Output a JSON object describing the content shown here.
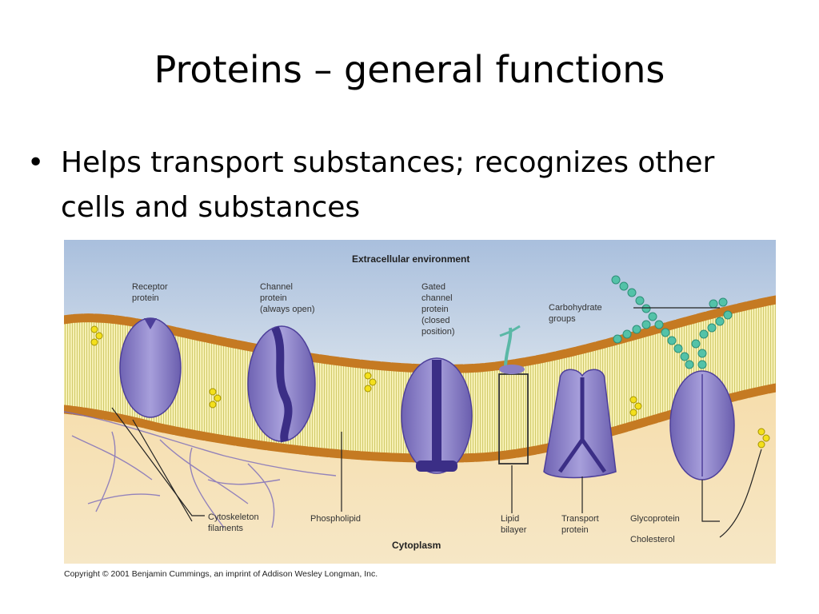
{
  "slide": {
    "title": "Proteins – general functions",
    "bullets": [
      {
        "symbol": "•",
        "text": "Helps transport substances; recognizes other cells and substances"
      }
    ]
  },
  "figure": {
    "regions": {
      "top": "Extracellular environment",
      "bottom": "Cytoplasm"
    },
    "labels": {
      "receptor_line1": "Receptor",
      "receptor_line2": "protein",
      "channel_line1": "Channel",
      "channel_line2": "protein",
      "channel_line3": "(always open)",
      "gated_line1": "Gated",
      "gated_line2": "channel",
      "gated_line3": "protein",
      "gated_line4": "(closed",
      "gated_line5": "position)",
      "carb_line1": "Carbohydrate",
      "carb_line2": "groups",
      "cyto_line1": "Cytoskeleton",
      "cyto_line2": "filaments",
      "phospholipid": "Phospholipid",
      "lipid_line1": "Lipid",
      "lipid_line2": "bilayer",
      "transport_line1": "Transport",
      "transport_line2": "protein",
      "glycoprotein": "Glycoprotein",
      "cholesterol": "Cholesterol"
    },
    "colors": {
      "protein": "#8a7fc4",
      "protein_dark": "#4d3f9a",
      "lipid_head": "#d4892e",
      "lipid_tail": "#f3ec9a",
      "cholesterol": "#f2e21a",
      "carbohydrate": "#3fb39a",
      "extracellular": "#bccde3",
      "cytoplasm": "#f3cf8c"
    },
    "copyright": "Copyright © 2001 Benjamin Cummings, an imprint of Addison Wesley Longman, Inc."
  }
}
